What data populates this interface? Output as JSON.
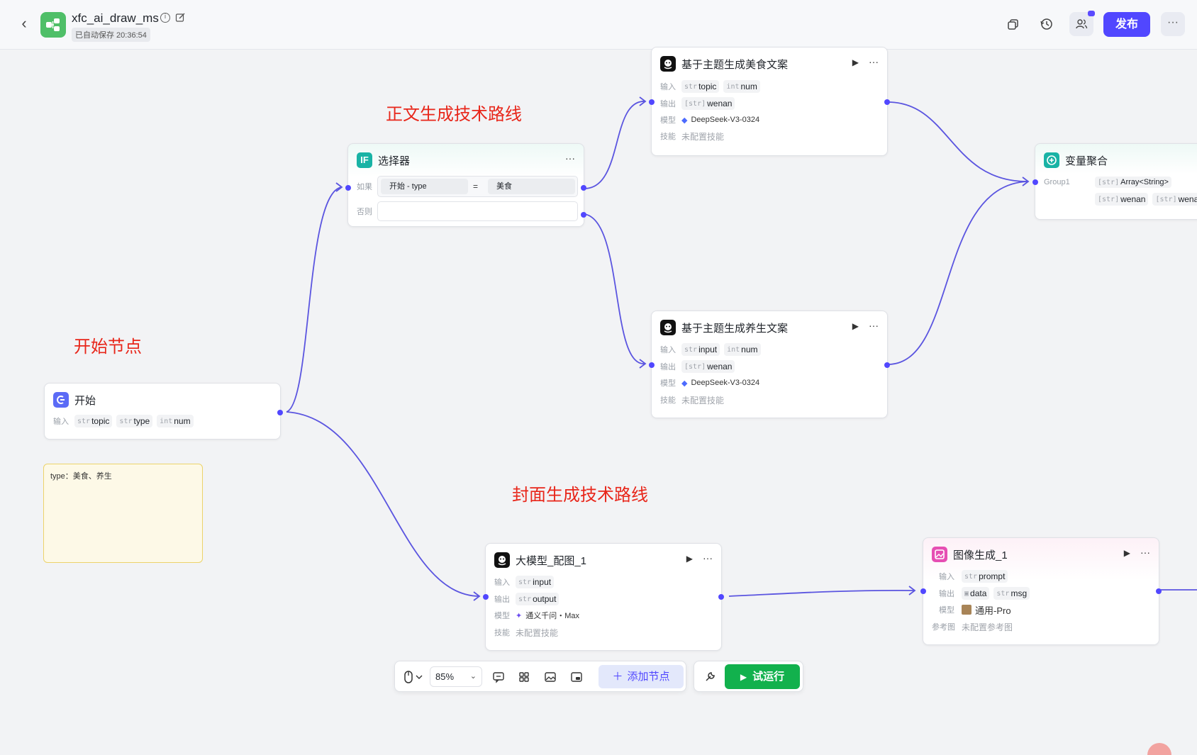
{
  "header": {
    "title": "xfc_ai_draw_ms",
    "autosave": "已自动保存 20:36:54",
    "publish_label": "发布",
    "more_label": "···"
  },
  "annotations": {
    "text_route": "正文生成技术路线",
    "start_node": "开始节点",
    "cover_route": "封面生成技术路线"
  },
  "nodes": {
    "food_copy": {
      "title": "基于主题生成美食文案",
      "input_label": "输入",
      "output_label": "输出",
      "model_label": "模型",
      "skill_label": "技能",
      "inputs": [
        {
          "type": "str",
          "name": "topic"
        },
        {
          "type": "int",
          "name": "num"
        }
      ],
      "output": {
        "type": "[str]",
        "name": "wenan"
      },
      "model": "DeepSeek-V3-0324",
      "skill": "未配置技能"
    },
    "selector": {
      "title": "选择器",
      "if_label": "如果",
      "else_label": "否则",
      "cond_left": "开始 - type",
      "cond_op": "=",
      "cond_right": "美食"
    },
    "aggregate": {
      "title": "变量聚合",
      "group_label": "Group1",
      "output_type": "Array<String>",
      "items": [
        {
          "type": "[str]",
          "name": "wenan"
        },
        {
          "type": "[str]",
          "name": "wenan"
        }
      ]
    },
    "health_copy": {
      "title": "基于主题生成养生文案",
      "input_label": "输入",
      "output_label": "输出",
      "model_label": "模型",
      "skill_label": "技能",
      "inputs": [
        {
          "type": "str",
          "name": "input"
        },
        {
          "type": "int",
          "name": "num"
        }
      ],
      "output": {
        "type": "[str]",
        "name": "wenan"
      },
      "model": "DeepSeek-V3-0324",
      "skill": "未配置技能"
    },
    "start": {
      "title": "开始",
      "input_label": "输入",
      "inputs": [
        {
          "type": "str",
          "name": "topic"
        },
        {
          "type": "str",
          "name": "type"
        },
        {
          "type": "int",
          "name": "num"
        }
      ]
    },
    "llm_image": {
      "title": "大模型_配图_1",
      "input_label": "输入",
      "output_label": "输出",
      "model_label": "模型",
      "skill_label": "技能",
      "input": {
        "type": "str",
        "name": "input"
      },
      "output": {
        "type": "str",
        "name": "output"
      },
      "model": "通义千问・Max",
      "skill": "未配置技能"
    },
    "image_gen": {
      "title": "图像生成_1",
      "input_label": "输入",
      "output_label": "输出",
      "model_label": "模型",
      "ref_label": "参考图",
      "input": {
        "type": "str",
        "name": "prompt"
      },
      "outputs": [
        {
          "type": "",
          "name": "data"
        },
        {
          "type": "str",
          "name": "msg"
        }
      ],
      "model": "通用-Pro",
      "ref": "未配置参考图"
    }
  },
  "note": {
    "text": "type：美食、养生"
  },
  "toolbar": {
    "zoom": "85%",
    "add_node": "添加节点",
    "run": "试运行"
  },
  "colors": {
    "accent": "#5147ff",
    "run": "#12b14d",
    "annotation": "#e8261a"
  }
}
